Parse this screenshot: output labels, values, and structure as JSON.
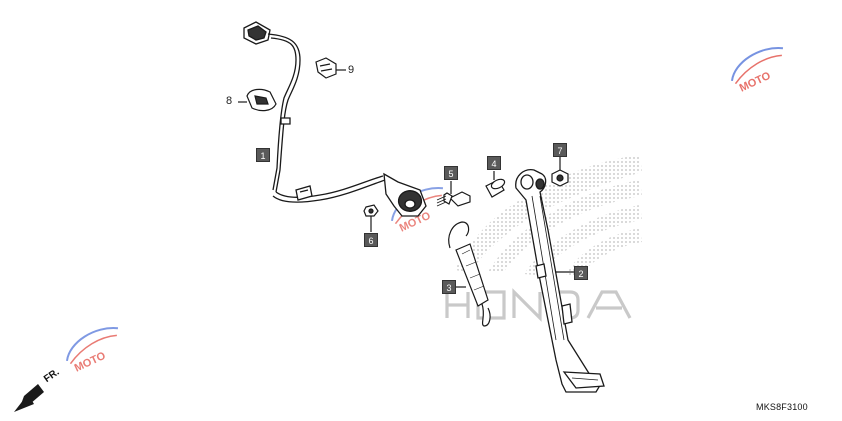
{
  "diagram": {
    "code": "MKS8F3100",
    "front_label": "FR.",
    "part_numbers": {
      "p1": "1",
      "p2": "2",
      "p3": "3",
      "p4": "4",
      "p5": "5",
      "p6": "6",
      "p7": "7",
      "p8": "8",
      "p9": "9"
    },
    "brand_watermark_icon": "honda-wing-logo",
    "site_watermark_icon": "moto-logo",
    "colors": {
      "line": "#1a1a1a",
      "callout_fill": "#5a5a5a",
      "watermark": "#c8c8c8",
      "moto_red": "#e0443a",
      "moto_blue": "#4a6fd8"
    }
  }
}
